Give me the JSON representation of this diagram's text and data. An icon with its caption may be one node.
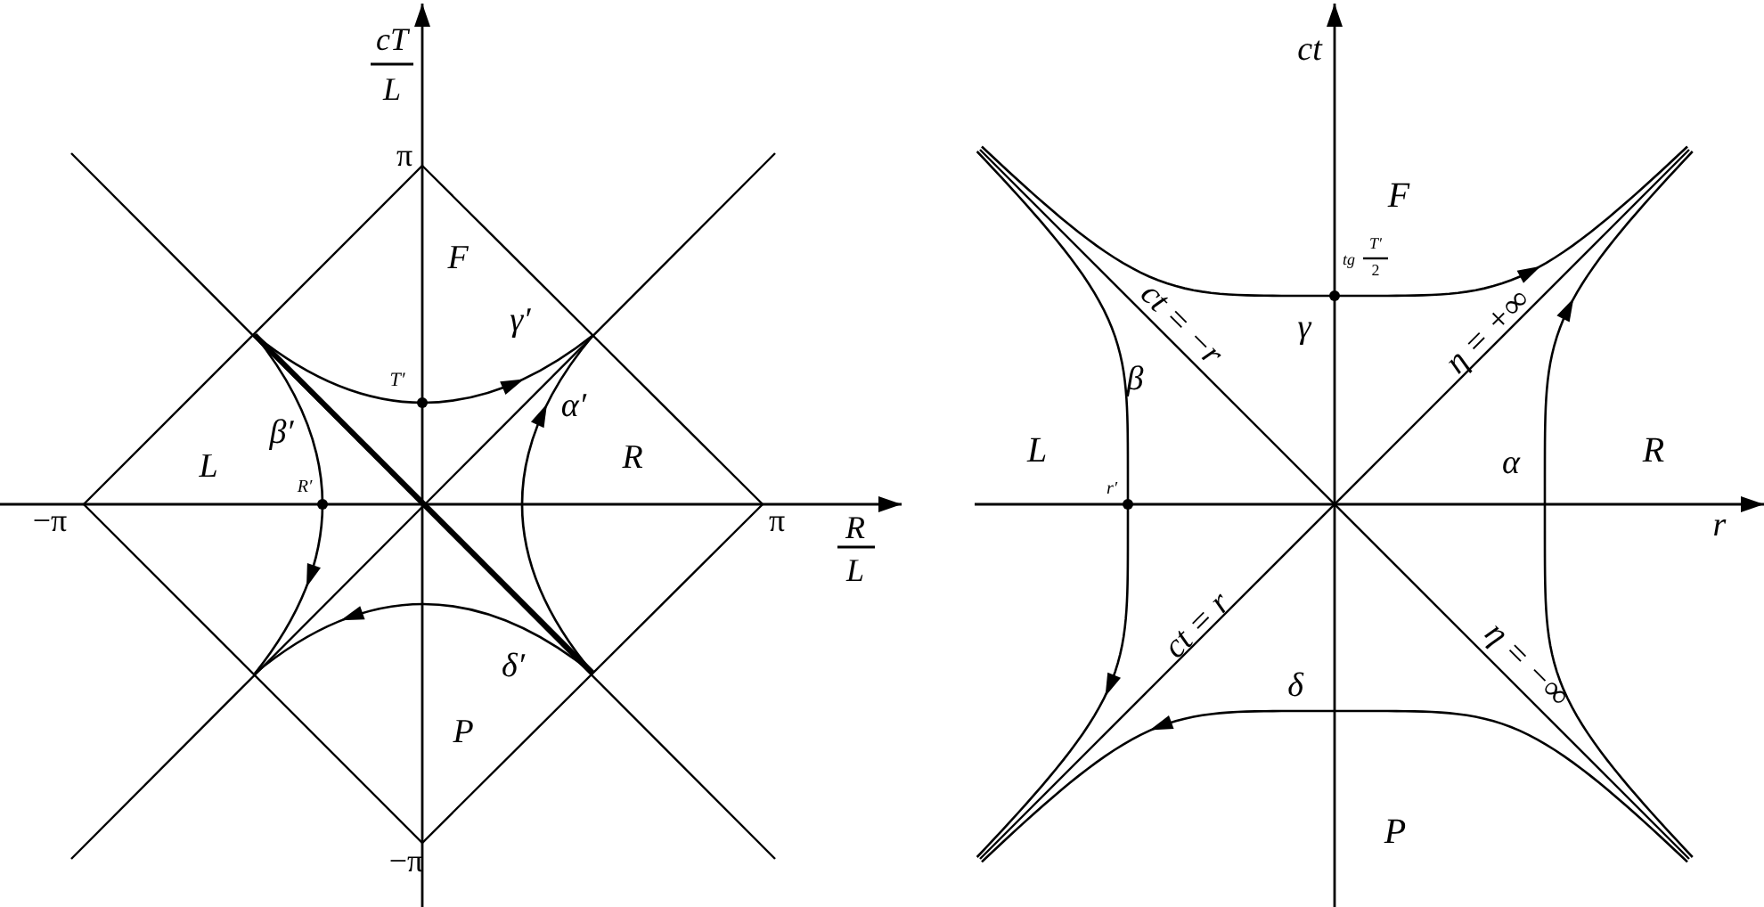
{
  "diagram": {
    "labels": [
      "cT",
      "L",
      "ct",
      "π",
      "F",
      "F",
      "tg",
      "T′",
      "2",
      "γ′",
      "ct = −r",
      "γ",
      "η = +∞",
      "T′",
      "α′",
      "β′",
      "β",
      "L",
      "R",
      "R′",
      "L",
      "α",
      "R",
      "−π",
      "π",
      "R",
      "L",
      "r′",
      "r",
      "ct = r",
      "η = −∞",
      "δ′",
      "δ",
      "P",
      "P",
      "−π"
    ]
  }
}
